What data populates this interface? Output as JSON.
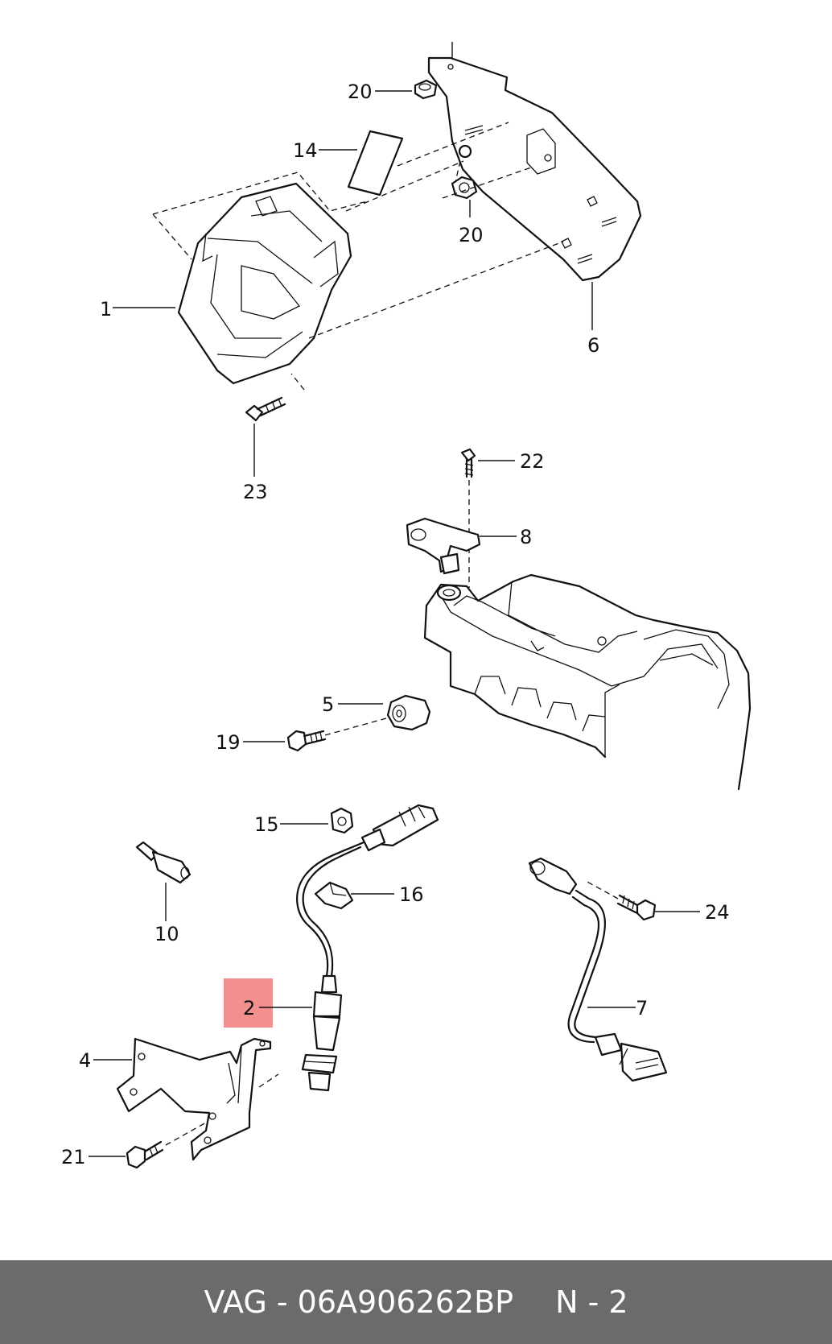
{
  "callouts": {
    "c20a": "20",
    "c14": "14",
    "c20b": "20",
    "c1": "1",
    "c6": "6",
    "c23": "23",
    "c22": "22",
    "c8": "8",
    "c5": "5",
    "c19": "19",
    "c15": "15",
    "c16": "16",
    "c10": "10",
    "c24": "24",
    "c2": "2",
    "c7": "7",
    "c4": "4",
    "c21": "21"
  },
  "highlight": {
    "callout": "2",
    "color": "#f48f8f"
  },
  "footer": {
    "part_label": "VAG - 06A906262BP",
    "page_label": "N - 2",
    "background": "#6b6b6b"
  }
}
